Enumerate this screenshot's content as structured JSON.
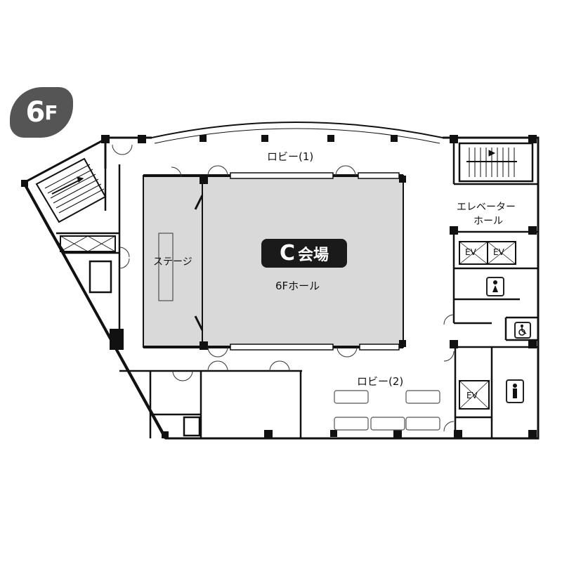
{
  "floor": {
    "number": "6",
    "suffix": "F"
  },
  "venue": {
    "letter": "C",
    "name": "会場",
    "sub_label": "6Fホール"
  },
  "rooms": {
    "lobby1": "ロビー(1)",
    "lobby2": "ロビー(2)",
    "stage": "ステージ",
    "elevator_hall_line1": "エレベーター",
    "elevator_hall_line2": "ホール"
  },
  "elevators": {
    "ev1": "EV",
    "ev2": "EV",
    "ev3": "EV"
  },
  "icons": [
    "womens-restroom-icon",
    "mens-restroom-icon",
    "accessible-restroom-icon",
    "stairs-icon",
    "elevator-icon"
  ],
  "colors": {
    "hall_fill": "#d9d9d9",
    "wall": "#111111",
    "badge": "#555555",
    "venue_badge": "#1a1a1a"
  }
}
